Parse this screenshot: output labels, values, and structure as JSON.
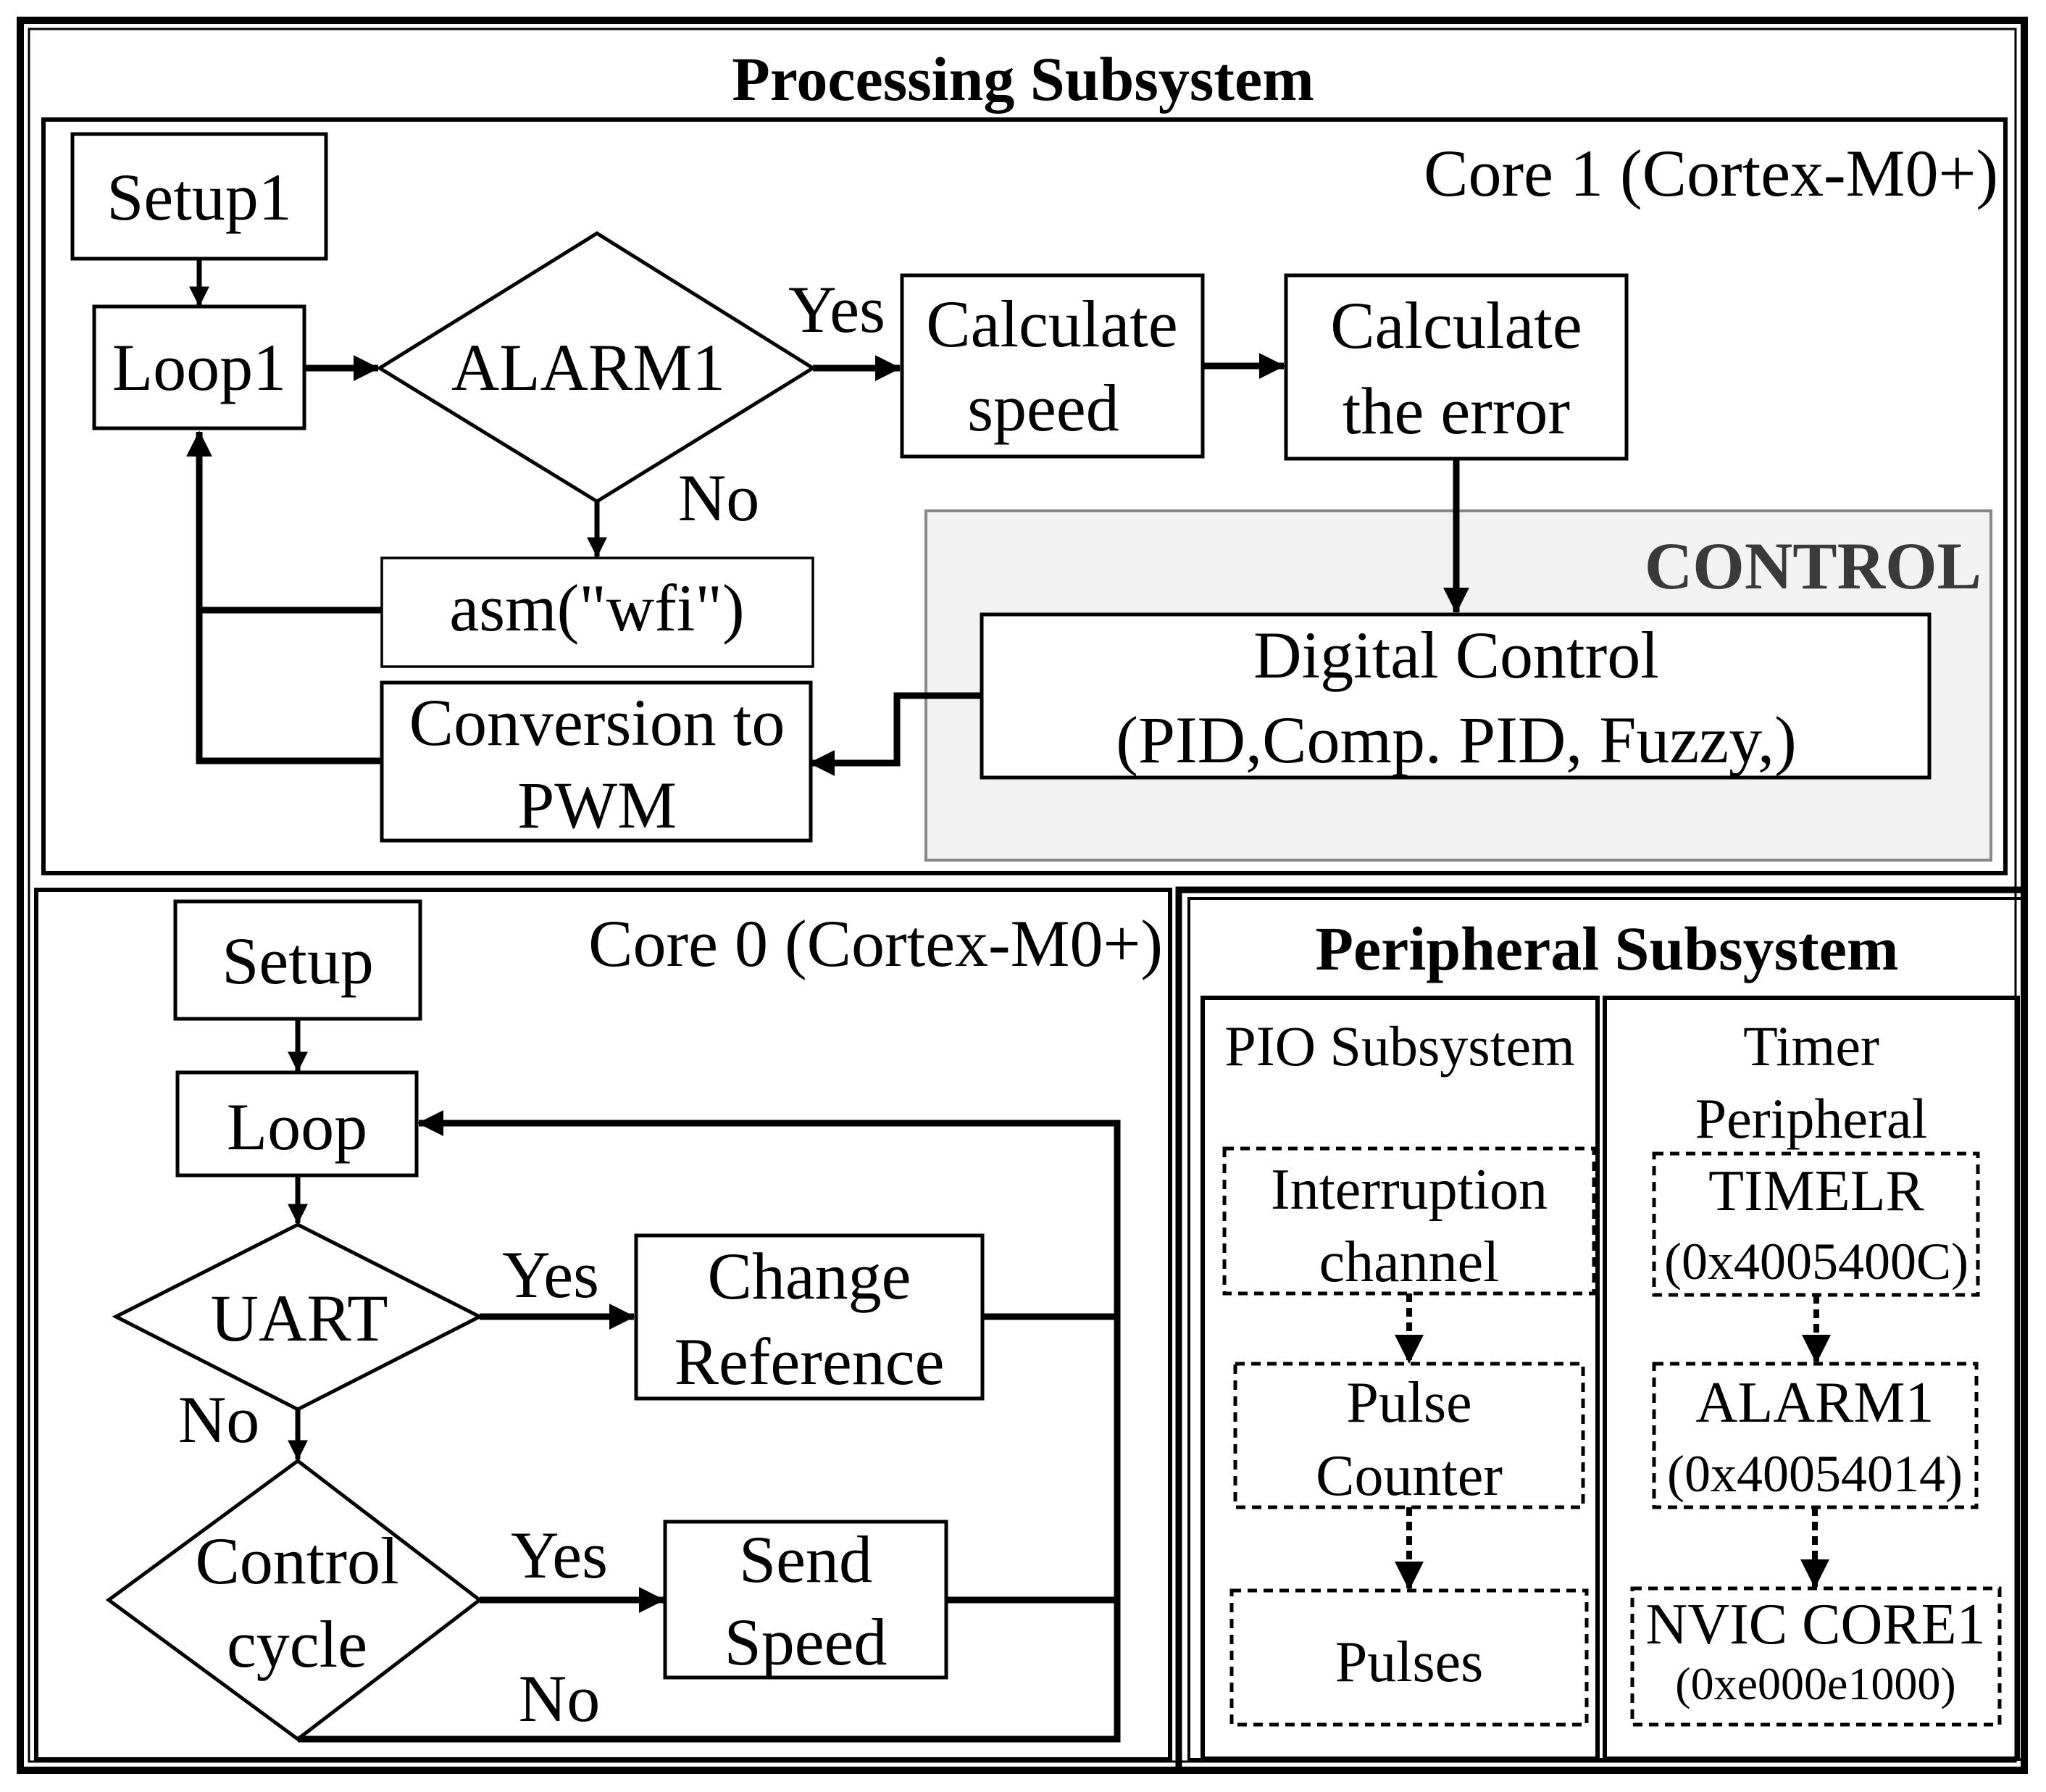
{
  "processing": {
    "title": "Processing Subsystem",
    "core1": {
      "label": "Core 1 (Cortex-M0+)",
      "setup": "Setup1",
      "loop": "Loop1",
      "decision": "ALARM1",
      "yes": "Yes",
      "no": "No",
      "calc_speed": [
        "Calculate",
        "speed"
      ],
      "calc_error": [
        "Calculate",
        "the error"
      ],
      "wfi": "asm(\"wfi\")",
      "conversion": [
        "Conversion to",
        "PWM"
      ],
      "control_region": "CONTROL",
      "digital_control": [
        "Digital Control",
        "(PID,Comp. PID, Fuzzy,)"
      ]
    }
  },
  "core0": {
    "label": "Core 0 (Cortex-M0+)",
    "setup": "Setup",
    "loop": "Loop",
    "uart": "UART",
    "yes1": "Yes",
    "change_ref": [
      "Change",
      "Reference"
    ],
    "no1": "No",
    "control_cycle": [
      "Control",
      "cycle"
    ],
    "yes2": "Yes",
    "send_speed": [
      "Send",
      "Speed"
    ],
    "no2": "No"
  },
  "peripheral": {
    "title": "Peripheral Subsystem",
    "pio": {
      "title": "PIO Subsystem",
      "interruption": [
        "Interruption",
        "channel"
      ],
      "pulse_counter": [
        "Pulse",
        "Counter"
      ],
      "pulses": "Pulses"
    },
    "timer": {
      "title": [
        "Timer",
        "Peripheral"
      ],
      "timelr": [
        "TIMELR",
        "(0x4005400C)"
      ],
      "alarm1": [
        "ALARM1",
        "(0x40054014)"
      ],
      "nvic": [
        "NVIC CORE1",
        "(0xe000e1000)"
      ]
    }
  }
}
